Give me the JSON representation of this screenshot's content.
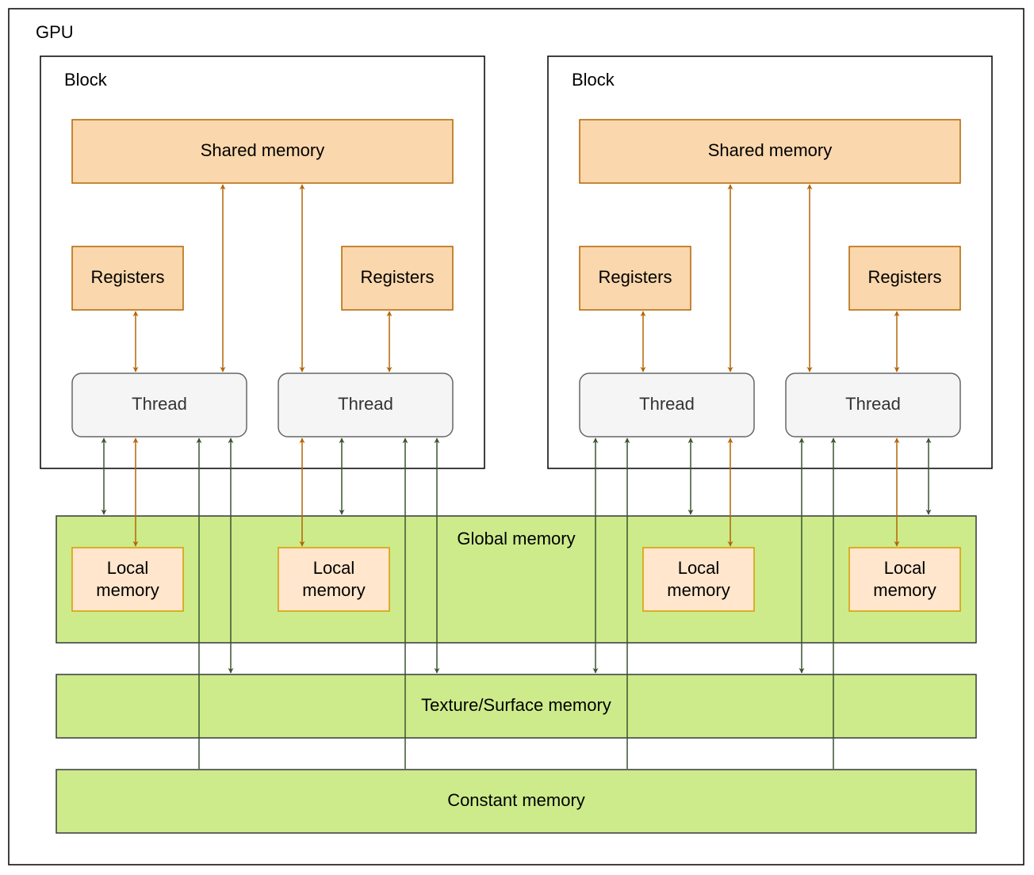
{
  "gpu": {
    "label": "GPU"
  },
  "blocks": [
    {
      "label": "Block",
      "shared": "Shared memory",
      "registers": [
        "Registers",
        "Registers"
      ],
      "threads": [
        "Thread",
        "Thread"
      ]
    },
    {
      "label": "Block",
      "shared": "Shared memory",
      "registers": [
        "Registers",
        "Registers"
      ],
      "threads": [
        "Thread",
        "Thread"
      ]
    }
  ],
  "global_memory": {
    "label": "Global memory",
    "local": [
      [
        "Local",
        "memory"
      ],
      [
        "Local",
        "memory"
      ],
      [
        "Local",
        "memory"
      ],
      [
        "Local",
        "memory"
      ]
    ]
  },
  "texture_memory": {
    "label": "Texture/Surface memory"
  },
  "constant_memory": {
    "label": "Constant memory"
  },
  "colors": {
    "orange_fill": "#fad7ac",
    "orange_stroke": "#b46504",
    "local_fill": "#ffe6cc",
    "local_stroke": "#d79b00",
    "green_fill": "#cdeb8b",
    "green_stroke": "#36393d",
    "thread_fill": "#f5f5f5",
    "thread_stroke": "#666666",
    "orange_arrow": "#b46504",
    "green_arrow": "#3a5431"
  }
}
